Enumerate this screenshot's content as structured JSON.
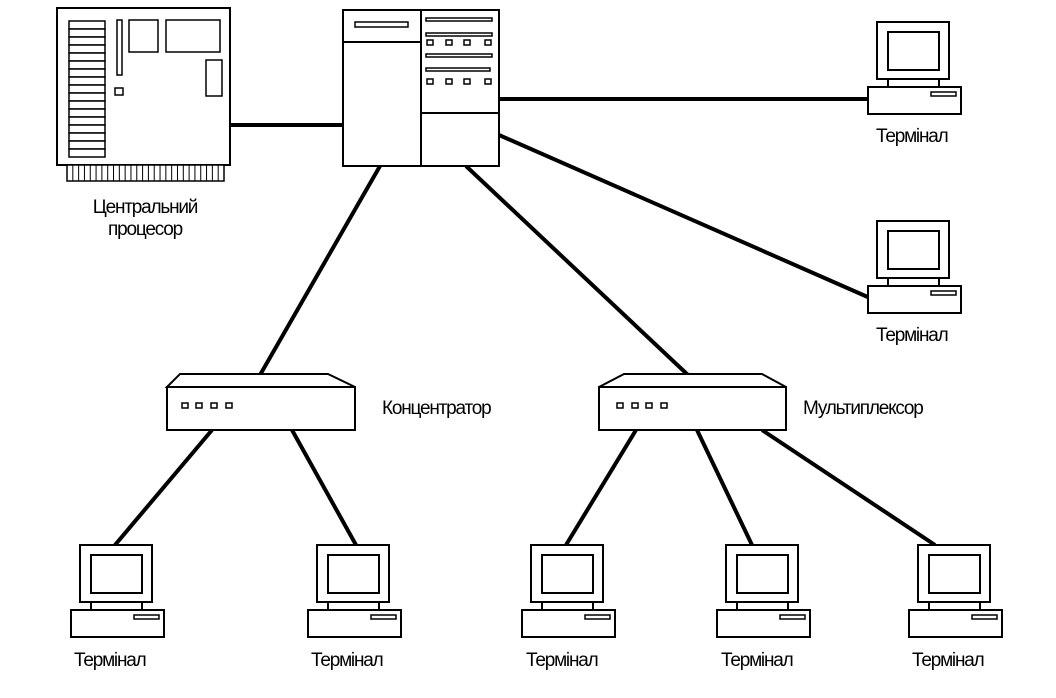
{
  "diagram": {
    "type": "network-topology",
    "nodes": {
      "cpu": {
        "label_line1": "Центральний",
        "label_line2": "процесор",
        "icon": "mainframe-board-icon"
      },
      "server": {
        "label": "",
        "icon": "server-cabinet-icon"
      },
      "concentrator": {
        "label": "Концентратор",
        "icon": "network-box-icon"
      },
      "multiplexer": {
        "label": "Мультиплексор",
        "icon": "network-box-icon"
      },
      "terminals": [
        {
          "id": "t1",
          "label": "Термінал"
        },
        {
          "id": "t2",
          "label": "Термінал"
        },
        {
          "id": "t3",
          "label": "Термінал"
        },
        {
          "id": "t4",
          "label": "Термінал"
        },
        {
          "id": "t5",
          "label": "Термінал"
        },
        {
          "id": "t6",
          "label": "Термінал"
        },
        {
          "id": "t7",
          "label": "Термінал"
        }
      ]
    },
    "edges": [
      [
        "cpu",
        "server"
      ],
      [
        "server",
        "t1"
      ],
      [
        "server",
        "t2"
      ],
      [
        "server",
        "concentrator"
      ],
      [
        "server",
        "multiplexer"
      ],
      [
        "concentrator",
        "t3"
      ],
      [
        "concentrator",
        "t4"
      ],
      [
        "multiplexer",
        "t5"
      ],
      [
        "multiplexer",
        "t6"
      ],
      [
        "multiplexer",
        "t7"
      ]
    ]
  }
}
